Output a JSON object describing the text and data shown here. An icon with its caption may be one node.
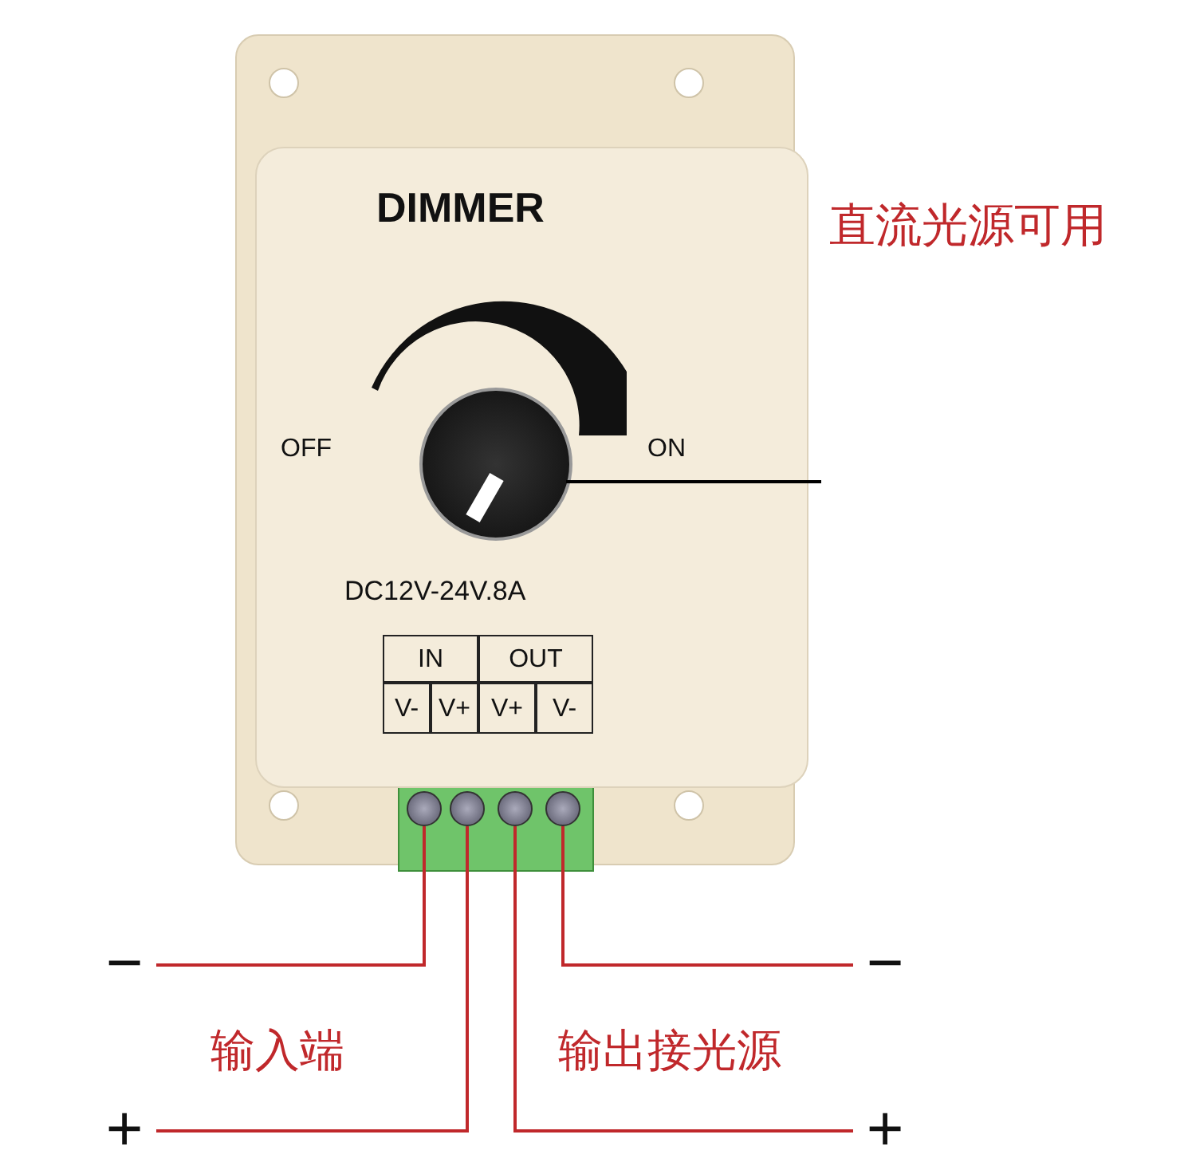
{
  "diagram": {
    "nodes": [
      {
        "text": [
          "DIMMER",
          "OFF",
          "ON",
          "DC12V-24V.8A"
        ]
      },
      {
        "text": [],
        "shape": "circle",
        "in": 0
      },
      {
        "text": [],
        "shape": "circle"
      },
      {
        "text": [],
        "shape": "circle"
      },
      {
        "text": [],
        "shape": "circle"
      },
      {
        "text": [],
        "shape": "circle"
      },
      {
        "text": [
          "−"
        ]
      },
      {
        "text": [
          "+"
        ]
      },
      {
        "text": [
          "−"
        ]
      },
      {
        "text": [
          "+"
        ]
      }
    ],
    "edges": [
      {
        "from": 1,
        "to": null,
        "arrow": "none",
        "color": "#000000"
      },
      {
        "from": 2,
        "to": 6,
        "arrow": "none"
      },
      {
        "from": 3,
        "to": 7,
        "arrow": "none"
      },
      {
        "from": 4,
        "to": 9,
        "arrow": "none"
      },
      {
        "from": 5,
        "to": 8,
        "arrow": "none"
      }
    ],
    "labels": [
      "直流光源可用",
      "IN",
      "OUT",
      "V-",
      "V+",
      "V+",
      "V-",
      "输入端",
      "输出接光源"
    ]
  }
}
